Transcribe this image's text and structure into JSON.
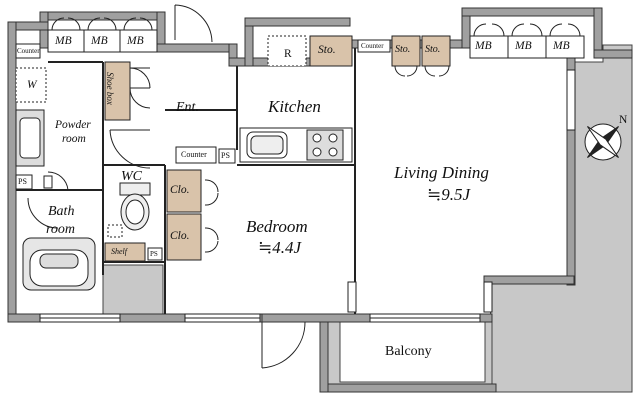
{
  "rooms": {
    "living_dining": {
      "name": "Living Dining",
      "size": "≒9.5J"
    },
    "bedroom": {
      "name": "Bedroom",
      "size": "≒4.4J"
    },
    "kitchen": {
      "name": "Kitchen"
    },
    "entrance": {
      "name": "Ent."
    },
    "balcony": {
      "name": "Balcony"
    },
    "wc": {
      "name": "WC"
    },
    "bath": {
      "name_line1": "Bath",
      "name_line2": "room"
    },
    "powder": {
      "name_line1": "Powder",
      "name_line2": "room"
    }
  },
  "storage": {
    "mb": "MB",
    "sto": "Sto.",
    "clo": "Clo.",
    "shoe_box": "Shoe box",
    "shelf": "Shelf",
    "refrigerator": "R",
    "washer": "W"
  },
  "fixtures": {
    "counter": "Counter",
    "ps": "PS"
  },
  "compass": {
    "north": "N"
  },
  "colors": {
    "wall": "#a0a0a0",
    "wall_outline": "#333333",
    "closet_fill": "#d9c3aa",
    "outdoor_fill": "#c8c8c8",
    "line": "#222222"
  }
}
